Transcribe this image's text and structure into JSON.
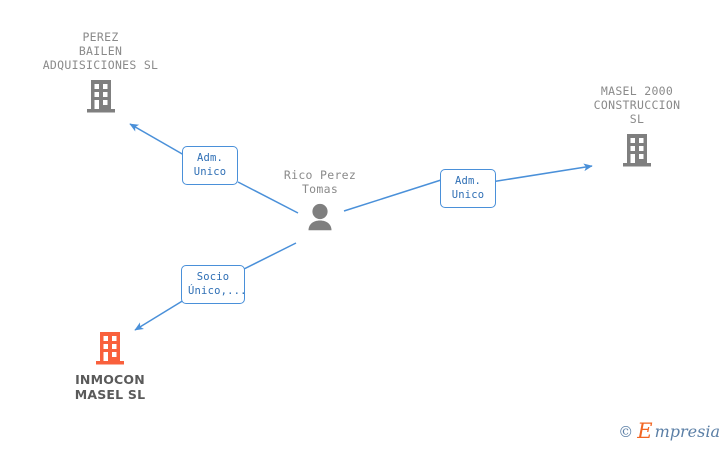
{
  "diagram": {
    "title": "Mercantile relationship graph",
    "background_color": "#ffffff",
    "edge_color": "#4a90d9",
    "node_text_color": "#8a8a8a",
    "focus_color": "#f9603c",
    "neutral_icon_color": "#7f7f7f"
  },
  "nodes": [
    {
      "id": "perez-bailen",
      "label": "PEREZ\nBAILEN\nADQUISICIONES SL",
      "icon": "building-icon",
      "icon_color": "#7f7f7f",
      "highlighted": false
    },
    {
      "id": "masel-2000",
      "label": "MASEL 2000\nCONSTRUCCION\nSL",
      "icon": "building-icon",
      "icon_color": "#7f7f7f",
      "highlighted": false
    },
    {
      "id": "inmocon-masel",
      "label": "INMOCON\nMASEL SL",
      "icon": "building-icon",
      "icon_color": "#f9603c",
      "highlighted": true
    },
    {
      "id": "rico-perez-tomas",
      "label": "Rico Perez\nTomas",
      "icon": "person-icon",
      "icon_color": "#7f7f7f",
      "highlighted": false
    }
  ],
  "edges": [
    {
      "id": "edge-adm-unico-perez-bailen",
      "label": "Adm.\nUnico",
      "from": "rico-perez-tomas",
      "to": "perez-bailen",
      "arrow": true
    },
    {
      "id": "edge-adm-unico-masel-2000",
      "label": "Adm.\nUnico",
      "from": "rico-perez-tomas",
      "to": "masel-2000",
      "arrow": true
    },
    {
      "id": "edge-socio-unico-inmocon",
      "label": "Socio\nÚnico,...",
      "from": "rico-perez-tomas",
      "to": "inmocon-masel",
      "arrow": true
    }
  ],
  "watermark": {
    "copyright": "©",
    "brand_initial": "E",
    "brand_rest": "mpresia"
  }
}
